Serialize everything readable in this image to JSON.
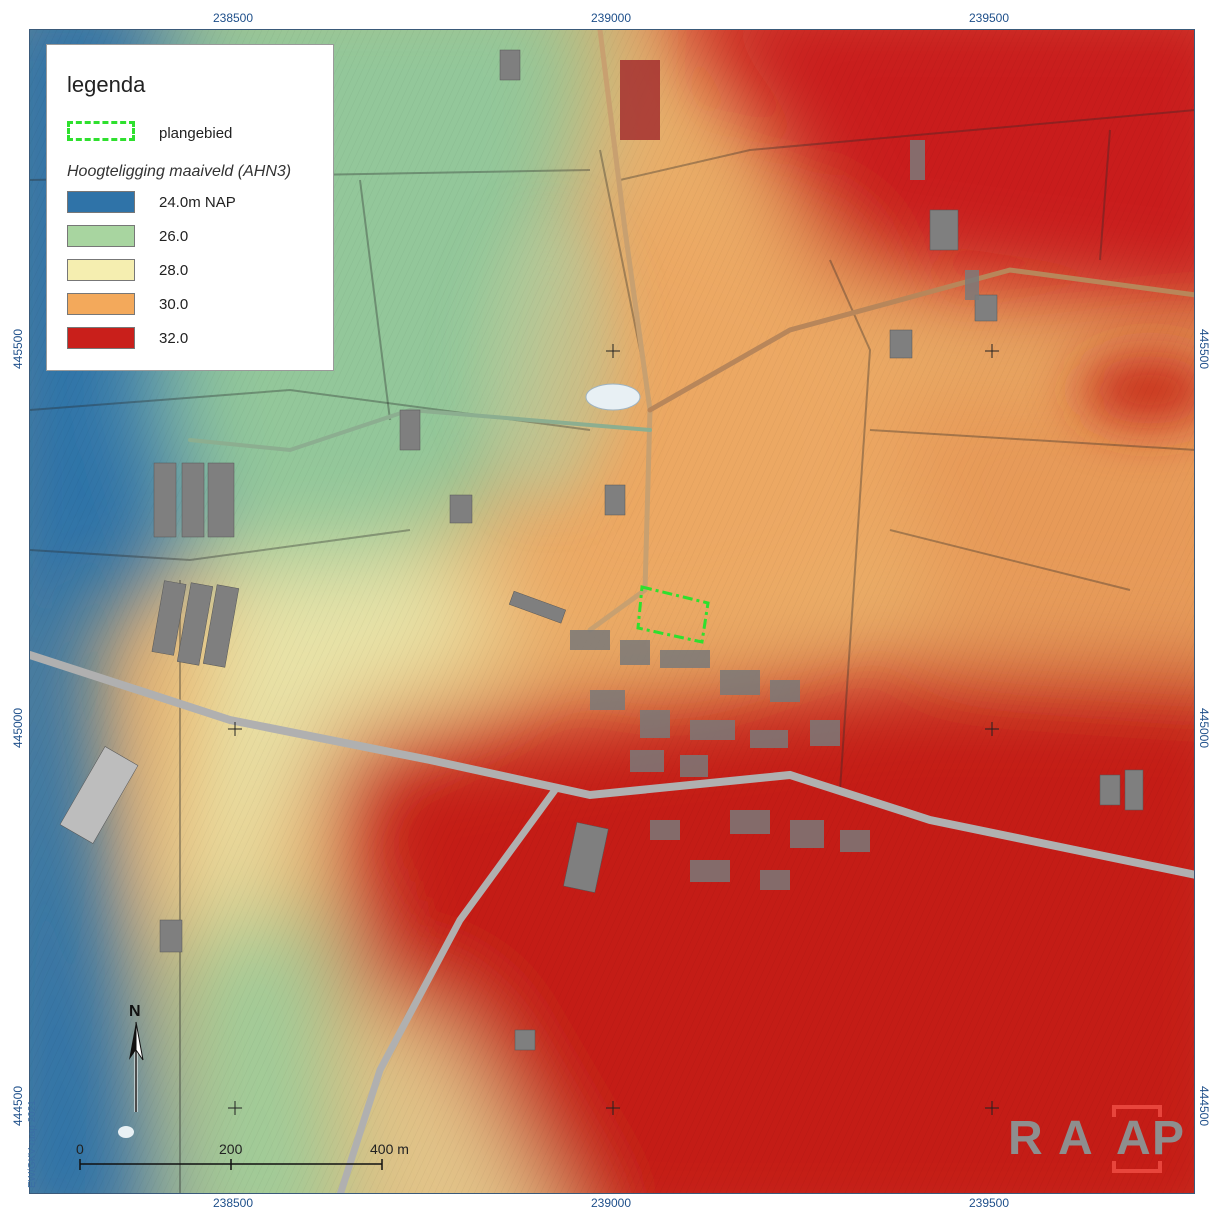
{
  "colors": {
    "low": "#2f73a8",
    "mid_low": "#a8d5a0",
    "mid": "#f5eeb0",
    "mid_high": "#f3a95b",
    "high": "#c91f1b",
    "plan_area": "#2ee02e",
    "road": "#b0b0b0",
    "building": "#7f7f7f",
    "coord_text": "#1e4f8a",
    "logo_red": "#e8453c",
    "logo_gray": "#8e8e8e"
  },
  "coordinates": {
    "top": [
      "238500",
      "239000",
      "239500"
    ],
    "bottom": [
      "238500",
      "239000",
      "239500"
    ],
    "left": [
      "445500",
      "445000",
      "444500"
    ],
    "right": [
      "445500",
      "445000",
      "444500"
    ]
  },
  "legend": {
    "title": "legenda",
    "plan_label": "plangebied",
    "subtitle": "Hoogteligging maaiveld (AHN3)",
    "items": [
      {
        "label": "24.0m NAP",
        "color": "#2f73a8"
      },
      {
        "label": "26.0",
        "color": "#a8d5a0"
      },
      {
        "label": "28.0",
        "color": "#f5eeb0"
      },
      {
        "label": "30.0",
        "color": "#f3a95b"
      },
      {
        "label": "32.0",
        "color": "#c91f1b"
      }
    ]
  },
  "scale": {
    "labels": [
      "0",
      "200",
      "400 m"
    ]
  },
  "north": {
    "label": "N"
  },
  "credit": "EW/GKV-raap 2021",
  "logo": {
    "letters": [
      "R",
      "A",
      "A",
      "P"
    ]
  }
}
